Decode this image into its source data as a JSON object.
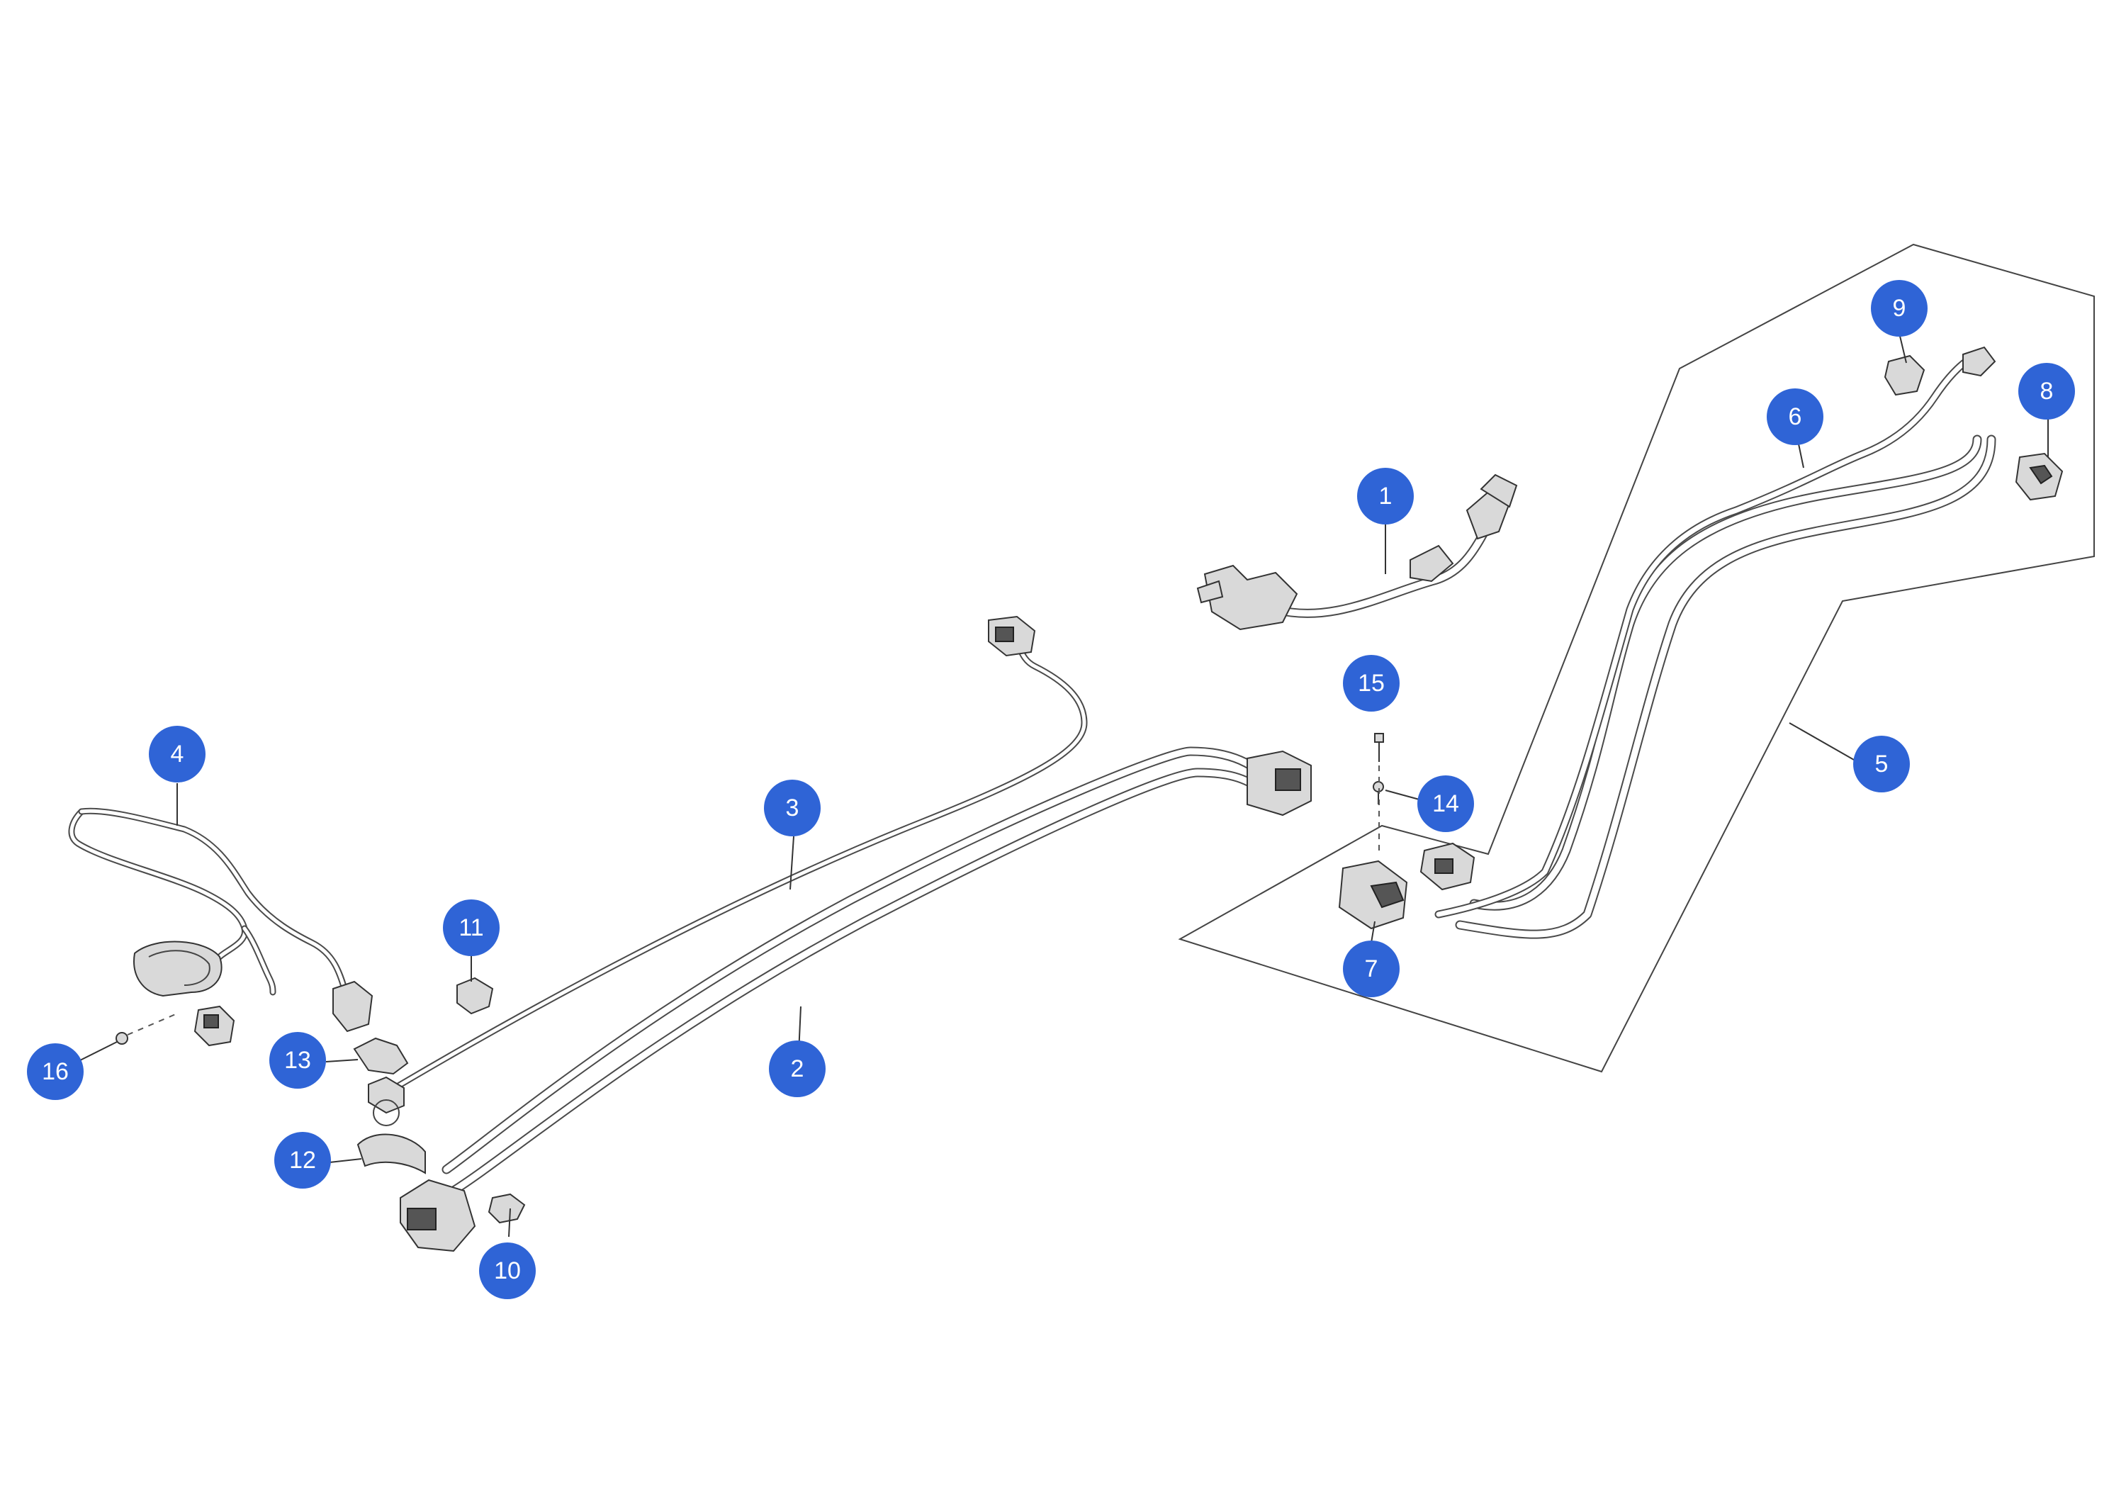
{
  "diagram": {
    "callouts": [
      {
        "id": "1",
        "label": "1"
      },
      {
        "id": "2",
        "label": "2"
      },
      {
        "id": "3",
        "label": "3"
      },
      {
        "id": "4",
        "label": "4"
      },
      {
        "id": "5",
        "label": "5"
      },
      {
        "id": "6",
        "label": "6"
      },
      {
        "id": "7",
        "label": "7"
      },
      {
        "id": "8",
        "label": "8"
      },
      {
        "id": "9",
        "label": "9"
      },
      {
        "id": "10",
        "label": "10"
      },
      {
        "id": "11",
        "label": "11"
      },
      {
        "id": "12",
        "label": "12"
      },
      {
        "id": "13",
        "label": "13"
      },
      {
        "id": "14",
        "label": "14"
      },
      {
        "id": "15",
        "label": "15"
      },
      {
        "id": "16",
        "label": "16"
      }
    ],
    "colors": {
      "callout_fill": "#2f64d6",
      "callout_text": "#ffffff",
      "line_art": "#333333"
    }
  }
}
